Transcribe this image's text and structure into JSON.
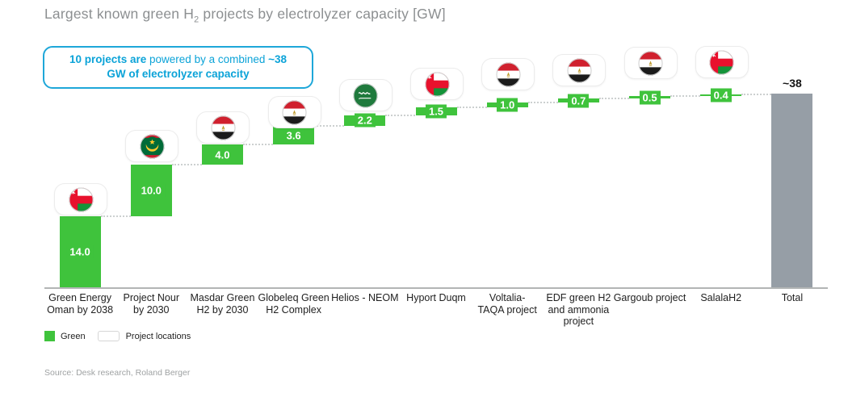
{
  "title": {
    "part1": "Largest known green H",
    "subscript": "2",
    "part2": " projects by electrolyzer capacity [GW]"
  },
  "callout": {
    "bold_lead": "10 projects are ",
    "regular_mid": "powered by a combined ",
    "bold_value": "~38",
    "bold_line2": "GW of electrolyzer capacity"
  },
  "chart_data": {
    "type": "bar",
    "subtype": "waterfall",
    "title": "Largest known green H2 projects by electrolyzer capacity [GW]",
    "unit": "GW",
    "ylim": [
      0,
      38
    ],
    "grid": false,
    "categories": [
      "Green Energy\nOman by 2038",
      "Project Nour\nby 2030",
      "Masdar Green\nH2 by 2030",
      "Globeleq Green\nH2 Complex",
      "Helios - NEOM",
      "Hyport Duqm",
      "Voltalia-\nTAQA project",
      "EDF green H2\nand ammonia\nproject",
      "Gargoub project",
      "SalalaH2"
    ],
    "values": [
      14.0,
      10.0,
      4.0,
      3.6,
      2.2,
      1.5,
      1.0,
      0.7,
      0.5,
      0.4
    ],
    "value_labels": [
      "14.0",
      "10.0",
      "4.0",
      "3.6",
      "2.2",
      "1.5",
      "1.0",
      "0.7",
      "0.5",
      "0.4"
    ],
    "flags": [
      "oman",
      "mauritania",
      "egypt",
      "egypt",
      "saudi-arabia",
      "oman",
      "egypt",
      "egypt",
      "egypt",
      "oman"
    ],
    "total": {
      "category": "Total",
      "value": 38,
      "value_label": "~38"
    },
    "colors": {
      "bar_green": "#3fc33c",
      "bar_total": "#969ea6",
      "connector": "#ccd0d0",
      "callout_blue": "#1ea7d9"
    }
  },
  "legend": {
    "green_label": "Green",
    "locations_label": "Project locations"
  },
  "source": "Source: Desk research, Roland Berger"
}
